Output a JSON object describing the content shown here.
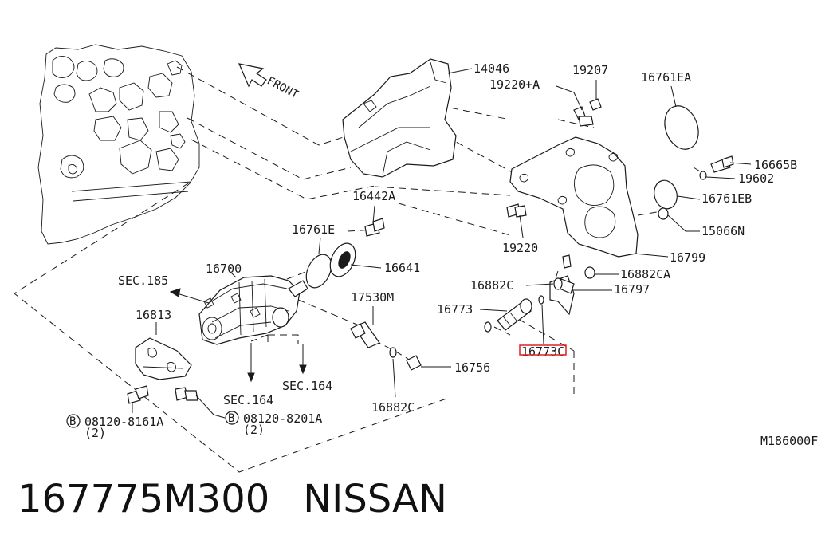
{
  "caption": {
    "part_number": "167775M300",
    "brand": "NISSAN"
  },
  "diagram": {
    "ref_code": "M186000F",
    "front_label": "FRONT",
    "highlight_color": "#e02020",
    "highlighted_label": "16773C",
    "labels": {
      "l14046": "14046",
      "l19207": "19207",
      "l19220A": "19220+A",
      "l16761EA": "16761EA",
      "l16665B": "16665B",
      "l19602": "19602",
      "l16761EB": "16761EB",
      "l15066N": "15066N",
      "l16442A": "16442A",
      "l19220": "19220",
      "l16799": "16799",
      "l16761E": "16761E",
      "l16641": "16641",
      "l16700": "16700",
      "l16882CA": "16882CA",
      "l16882C_a": "16882C",
      "l16797": "16797",
      "lSEC185": "SEC.185",
      "l17530M": "17530M",
      "l16773": "16773",
      "l16813": "16813",
      "l16756": "16756",
      "lSEC164_a": "SEC.164",
      "lSEC164_b": "SEC.164",
      "l16882C_b": "16882C",
      "bolt_a": "08120-8161A",
      "bolt_a_qty": "(2)",
      "bolt_b": "08120-8201A",
      "bolt_b_qty": "(2)",
      "bolt_symbol": "B"
    }
  }
}
